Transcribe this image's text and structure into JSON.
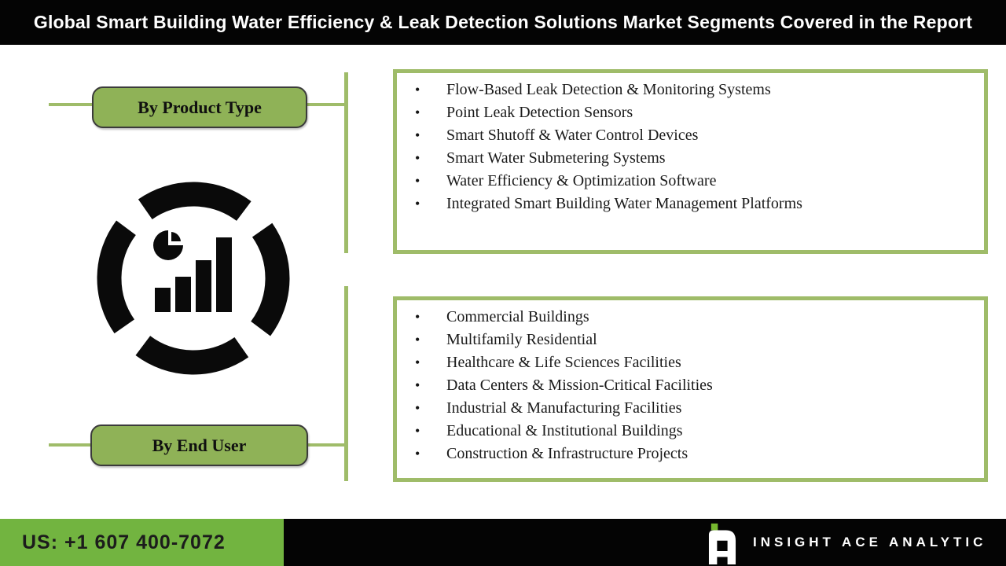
{
  "header": {
    "title": "Global Smart Building Water Efficiency & Leak Detection Solutions Market Segments Covered in the Report"
  },
  "colors": {
    "header_bg": "#040404",
    "connector_green": "#9fbc69",
    "button_fill": "#8fb257",
    "button_border": "#3b3b3b",
    "box_border": "#9fbc69",
    "footer_green": "#72b440",
    "footer_black": "#040404",
    "logo_green": "#76b82f",
    "icon_black": "#0a0a0a",
    "text_dark": "#1a1a1a"
  },
  "bullet_glyph": "•",
  "segments": [
    {
      "label": "By Product Type",
      "items": [
        "Flow-Based Leak Detection & Monitoring Systems",
        "Point Leak Detection Sensors",
        "Smart Shutoff & Water Control Devices",
        "Smart Water Submetering Systems",
        "Water Efficiency & Optimization Software",
        "Integrated Smart Building Water Management Platforms"
      ]
    },
    {
      "label": "By End User",
      "items": [
        "Commercial Buildings",
        "Multifamily Residential",
        "Healthcare & Life Sciences Facilities",
        "Data Centers & Mission-Critical Facilities",
        "Industrial & Manufacturing Facilities",
        "Educational & Institutional Buildings",
        "Construction & Infrastructure Projects"
      ]
    }
  ],
  "icon": {
    "name": "analytics-donut-bar-pie-chart-icon"
  },
  "footer": {
    "phone": "US: +1 607 400-7072",
    "brand": "INSIGHT ACE ANALYTIC"
  }
}
